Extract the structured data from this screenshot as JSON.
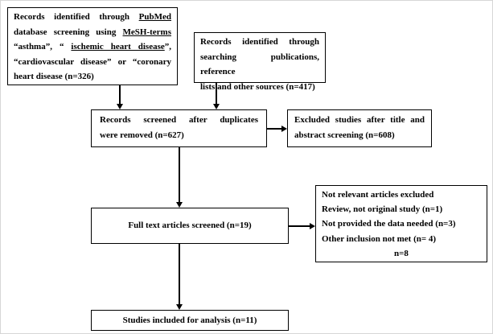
{
  "diagram": {
    "type": "prisma-flowchart",
    "boxes": {
      "pubmed": {
        "lines": [
          [
            {
              "t": "Records identified through "
            },
            {
              "t": "PubMed",
              "u": true
            }
          ],
          [
            {
              "t": "database screening using "
            },
            {
              "t": "MeSH-terms",
              "u": true
            }
          ],
          [
            {
              "t": "“asthma”,  “ "
            },
            {
              "t": "ischemic heart disease",
              "u": true
            },
            {
              "t": "”,"
            }
          ],
          [
            {
              "t": "“cardiovascular disease” or “coronary"
            }
          ],
          [
            {
              "t": "heart disease (n=326)"
            }
          ]
        ]
      },
      "other_sources": {
        "lines": [
          "Records identified through",
          "searching publications, reference",
          "lists and other sources (n=417)"
        ]
      },
      "screened": {
        "lines": [
          "Records screened after duplicates",
          "were removed (n=627)"
        ]
      },
      "excluded_title_abstract": {
        "lines": [
          "Excluded studies after title and",
          "abstract screening (n=608)"
        ]
      },
      "full_text": {
        "text": "Full text articles screened (n=19)"
      },
      "excluded_full_text": {
        "lines": [
          "Not relevant articles excluded",
          "Review, not original study (n=1)",
          "Not provided the data needed (n=3)",
          "Other inclusion not met (n= 4)"
        ],
        "total": "n=8"
      },
      "included": {
        "text": "Studies included for analysis (n=11)"
      }
    },
    "counts": {
      "pubmed_identified": 326,
      "other_sources_identified": 417,
      "screened_after_duplicates": 627,
      "excluded_title_abstract": 608,
      "full_text_screened": 19,
      "excluded_full_text_total": 8,
      "included_for_analysis": 11
    }
  }
}
